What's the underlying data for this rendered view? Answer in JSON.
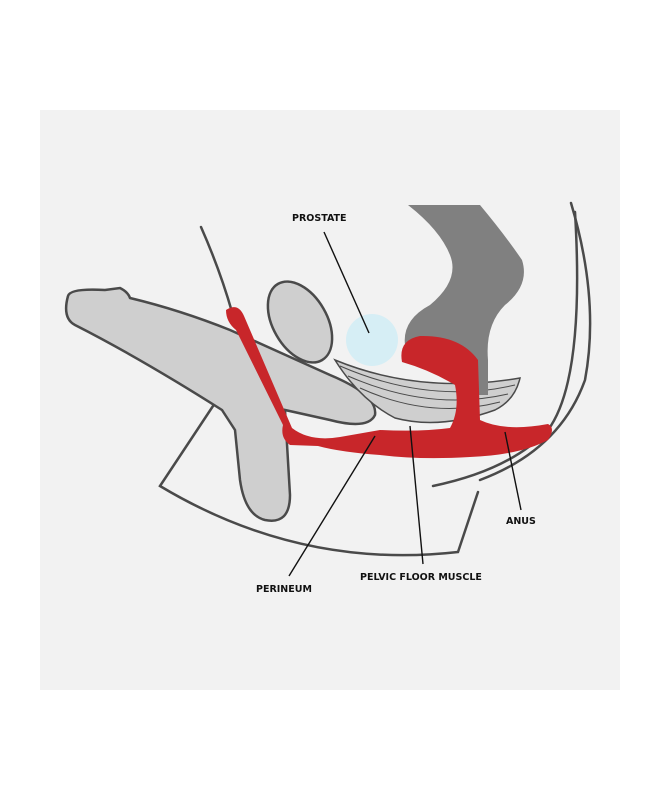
{
  "diagram": {
    "labels": {
      "prostate": "PROSTATE",
      "perineum": "PERINEUM",
      "pelvic_floor_muscle": "PELVIC FLOOR MUSCLE",
      "anus": "ANUS"
    },
    "colors": {
      "background": "#f2f2f2",
      "outline": "#4a4a4a",
      "tissue": "#cfcfcf",
      "rectum": "#808080",
      "highlight": "#c8262a",
      "prostate": "#d6eef5"
    }
  }
}
